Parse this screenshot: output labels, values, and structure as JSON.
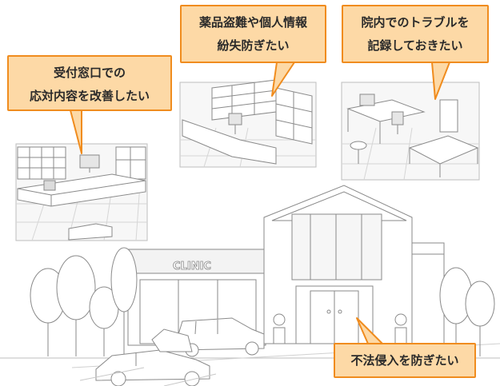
{
  "scene": {
    "building_sign": "CLINIC"
  },
  "callouts": [
    {
      "id": "reception",
      "lines": [
        "受付窓口での",
        "応対内容を改善したい"
      ]
    },
    {
      "id": "pharmacy",
      "lines": [
        "薬品盗難や個人情報",
        "紛失防ぎたい"
      ]
    },
    {
      "id": "trouble",
      "lines": [
        "院内でのトラブルを",
        "記録しておきたい"
      ]
    },
    {
      "id": "intrusion",
      "lines": [
        "不法侵入を防ぎたい"
      ]
    }
  ],
  "colors": {
    "callout_fill": "#fdd9a6",
    "callout_border": "#f08c1e",
    "line_art": "#8a8a8a"
  }
}
